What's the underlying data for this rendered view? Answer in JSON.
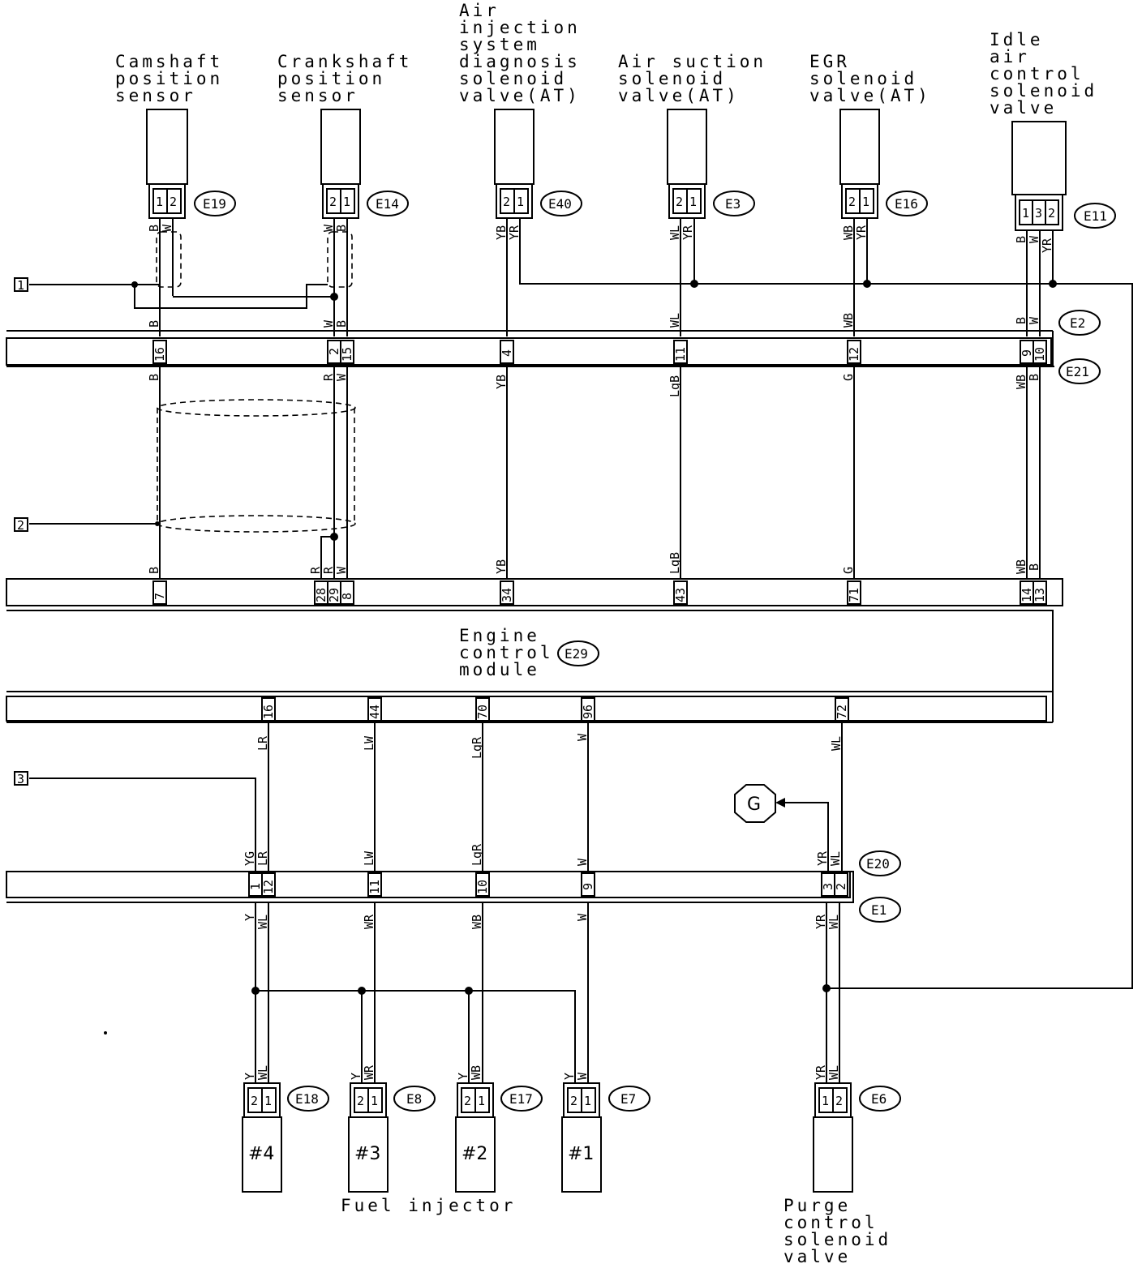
{
  "components": {
    "cam": {
      "lines": [
        "Camshaft",
        "position",
        "sensor"
      ],
      "conn": "E19",
      "pins": [
        "1",
        "2"
      ]
    },
    "crank": {
      "lines": [
        "Crankshaft",
        "position",
        "sensor"
      ],
      "conn": "E14",
      "pins": [
        "2",
        "1"
      ]
    },
    "airinj": {
      "lines": [
        "Air",
        "injection",
        "system",
        "diagnosis",
        "solenoid",
        "valve(AT)"
      ],
      "conn": "E40",
      "pins": [
        "2",
        "1"
      ]
    },
    "airsuc": {
      "lines": [
        "Air suction",
        "solenoid",
        "valve(AT)"
      ],
      "conn": "E3",
      "pins": [
        "2",
        "1"
      ]
    },
    "egr": {
      "lines": [
        "EGR",
        "solenoid",
        "valve(AT)"
      ],
      "conn": "E16",
      "pins": [
        "2",
        "1"
      ]
    },
    "iac": {
      "lines": [
        "Idle",
        "air",
        "control",
        "solenoid",
        "valve"
      ],
      "conn": "E11",
      "pins": [
        "1",
        "3",
        "2"
      ]
    },
    "ecm": {
      "lines": [
        "Engine",
        "control",
        "module"
      ],
      "conn": "E29"
    },
    "purge": {
      "lines": [
        "Purge",
        "control",
        "solenoid",
        "valve"
      ],
      "conn": "E6",
      "pins": [
        "1",
        "2"
      ]
    },
    "fuel_injector_label": "Fuel injector"
  },
  "injectors": [
    {
      "name": "#4",
      "conn": "E18",
      "pins": [
        "2",
        "1"
      ],
      "wires": [
        "Y",
        "WL"
      ]
    },
    {
      "name": "#3",
      "conn": "E8",
      "pins": [
        "2",
        "1"
      ],
      "wires": [
        "Y",
        "WR"
      ]
    },
    {
      "name": "#2",
      "conn": "E17",
      "pins": [
        "2",
        "1"
      ],
      "wires": [
        "Y",
        "WB"
      ]
    },
    {
      "name": "#1",
      "conn": "E7",
      "pins": [
        "2",
        "1"
      ],
      "wires": [
        "Y",
        "W"
      ]
    }
  ],
  "connectors": {
    "e2": "E2",
    "e21": "E21",
    "e20": "E20",
    "e1": "E1"
  },
  "refs": {
    "r1": "1",
    "r2": "2",
    "r3": "3",
    "ground": "G"
  },
  "wire_codes": {
    "cam_b": "B",
    "cam_w": "W",
    "crank_w": "W",
    "crank_b": "B",
    "airinj_yb": "YB",
    "airinj_yr": "YR",
    "airsuc_wl": "WL",
    "airsuc_yr": "YR",
    "egr_wb": "WB",
    "egr_yr": "YR",
    "iac_b": "B",
    "iac_w": "W",
    "iac_yr": "YR",
    "e2_b1": "B",
    "e2_w": "W",
    "e2_b2": "B",
    "e2_wl": "WL",
    "e2_wb": "WB",
    "e2_b3": "B",
    "e2_w2": "W",
    "e21_b": "B",
    "e21_r": "R",
    "e21_w": "W",
    "e21_yb": "YB",
    "e21_lgb": "LgB",
    "e21_g": "G",
    "e21_wb": "WB",
    "e21_b2": "B",
    "ecm_b": "B",
    "ecm_r1": "R",
    "ecm_r2": "R",
    "ecm_w": "W",
    "ecm_yb": "YB",
    "ecm_lgb": "LgB",
    "ecm_g": "G",
    "ecm_wb": "WB",
    "ecm_b2": "B",
    "bot_lr": "LR",
    "bot_lw": "LW",
    "bot_lgr": "LgR",
    "bot_w": "W",
    "bot_wl": "WL",
    "e20_yg": "YG",
    "e20_lr": "LR",
    "e20_lw": "LW",
    "e20_lgr": "LgR",
    "e20_w": "W",
    "e20_yr": "YR",
    "e20_wl": "WL",
    "e1_y": "Y",
    "e1_wl": "WL",
    "e1_wr": "WR",
    "e1_wb": "WB",
    "e1_w": "W",
    "e1_yr": "YR",
    "e1_wl2": "WL",
    "purge_yr": "YR",
    "purge_wl": "WL"
  },
  "pins": {
    "e21": [
      "16",
      "2",
      "15",
      "4",
      "11",
      "12",
      "9",
      "10"
    ],
    "ecm_top": [
      "7",
      "28",
      "29",
      "8",
      "34",
      "43",
      "71",
      "14",
      "13"
    ],
    "ecm_bot": [
      "16",
      "44",
      "70",
      "96",
      "72"
    ],
    "e20": [
      "1",
      "12",
      "11",
      "10",
      "9",
      "3",
      "2"
    ]
  }
}
